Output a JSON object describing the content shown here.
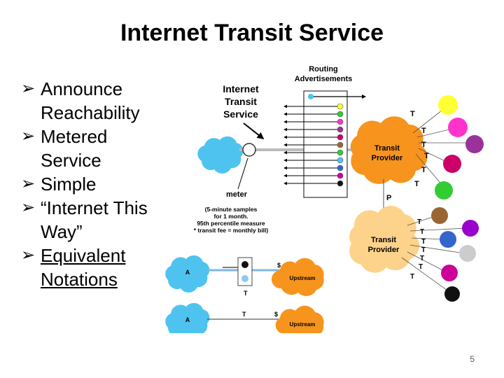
{
  "title": "Internet Transit Service",
  "bullets": [
    {
      "text": "Announce Reachability",
      "underline": false
    },
    {
      "text": "Metered Service",
      "underline": false
    },
    {
      "text": "Simple",
      "underline": false
    },
    {
      "text": "“Internet This Way”",
      "underline": false
    },
    {
      "text": "Equivalent Notations",
      "underline": true
    }
  ],
  "diagram": {
    "routing_label_1": "Routing",
    "routing_label_2": "Advertisements",
    "service_line_1": "Internet",
    "service_line_2": "Transit",
    "service_line_3": "Service",
    "meter_label": "meter",
    "note_1": "(5-minute samples",
    "note_2": "for 1 month.",
    "note_3": "95th percentile measure",
    "note_4": "* transit fee = monthly bill)",
    "provider_1_line1": "Transit",
    "provider_1_line2": "Provider",
    "provider_2_line1": "Transit",
    "provider_2_line2": "Provider",
    "label_T": "T",
    "label_P": "P",
    "label_A": "A",
    "label_dollar": "$",
    "upstream_label": "Upstream",
    "colors": {
      "cyan_cloud": "#4fc3ef",
      "orange_cloud": "#f7941d",
      "peach_cloud": "#fdd28a",
      "panel_border": "#333333",
      "customer_clouds": [
        "#ffff33",
        "#ff33cc",
        "#993399",
        "#cc0066",
        "#33cc33",
        "#996633",
        "#9900cc",
        "#cccccc",
        "#cc0099",
        "#111111"
      ]
    }
  },
  "page_number": "5"
}
